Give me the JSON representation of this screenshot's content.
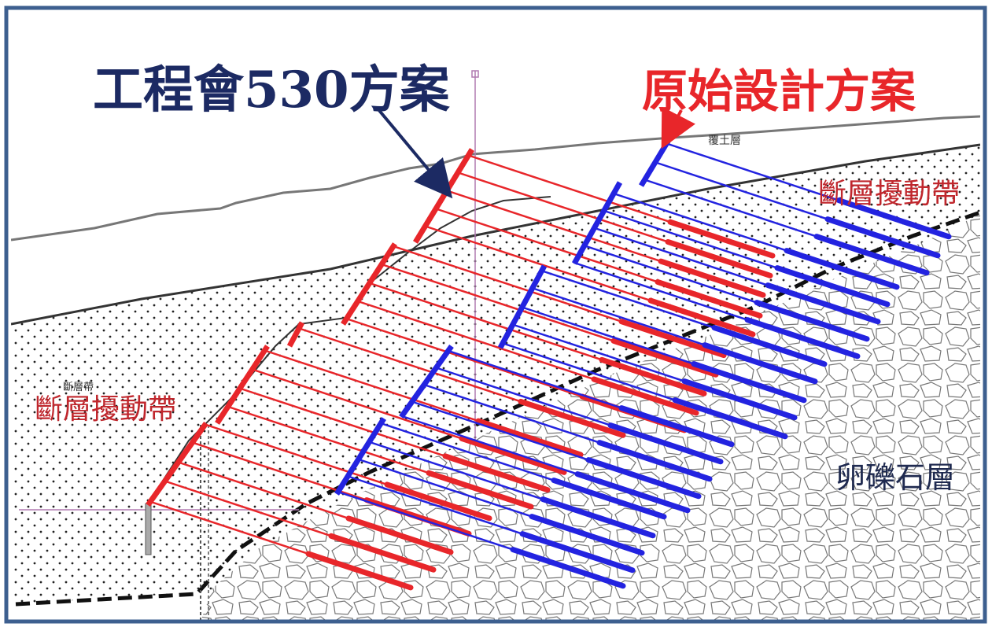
{
  "title_engineering": "工程會530方案",
  "title_original": "原始設計方案",
  "labels": {
    "fault_zone_right": "斷層擾動帶",
    "fault_zone_left": "斷層擾動帶",
    "gravel_layer": "卵礫石層",
    "topsoil": "覆土層",
    "left_small": "斷層帶"
  },
  "colors": {
    "frame": "#3d5f8f",
    "engineering_text": "#1c2a63",
    "engineering_anchor": "#e8262a",
    "original_anchor": "#2323e0",
    "original_text": "#e8262a",
    "label_red": "#c0272d",
    "label_dark": "#1f2a50"
  },
  "legend_icons": [
    "arrow-to-red-wall",
    "arrow-to-blue-wall"
  ]
}
